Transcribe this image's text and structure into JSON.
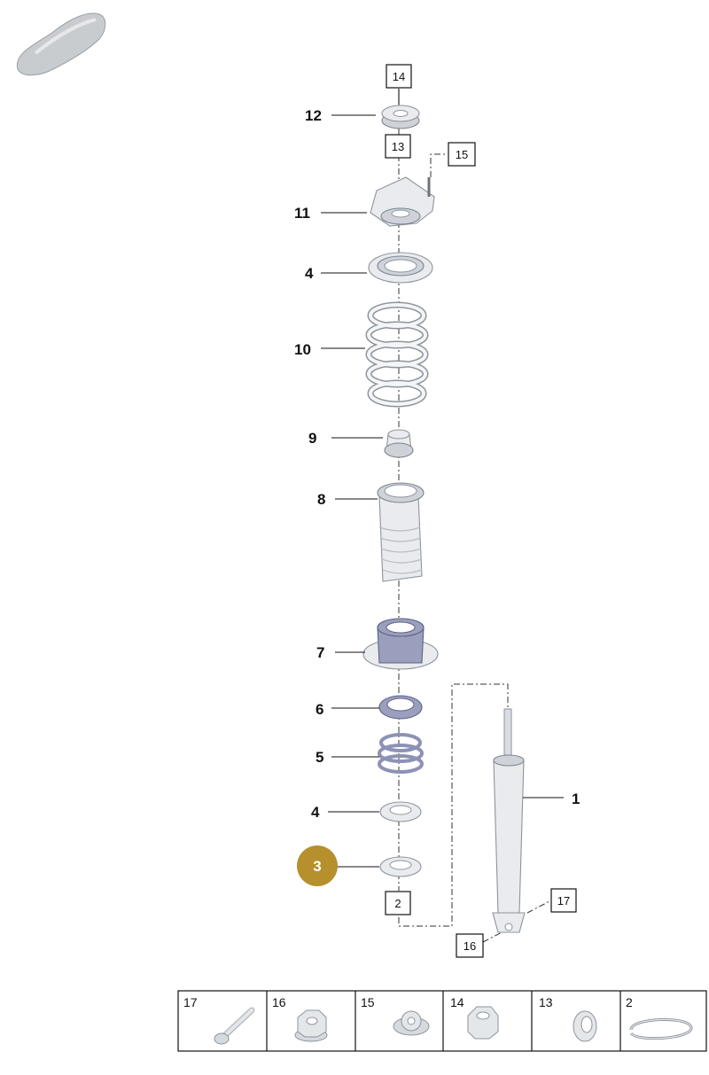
{
  "callouts": {
    "c12": "12",
    "c11": "11",
    "c4a": "4",
    "c10": "10",
    "c9": "9",
    "c8": "8",
    "c7": "7",
    "c6": "6",
    "c5": "5",
    "c4b": "4",
    "c3": "3",
    "c1": "1"
  },
  "boxed_refs": {
    "b14": "14",
    "b13": "13",
    "b15": "15",
    "b2": "2",
    "b17": "17",
    "b16": "16"
  },
  "hardware_table": [
    {
      "number": "17",
      "icon": "bolt-icon"
    },
    {
      "number": "16",
      "icon": "hex-nut-flanged-icon"
    },
    {
      "number": "15",
      "icon": "flange-nut-icon"
    },
    {
      "number": "14",
      "icon": "hex-nut-icon"
    },
    {
      "number": "13",
      "icon": "washer-icon"
    },
    {
      "number": "2",
      "icon": "circlip-icon"
    }
  ],
  "colors": {
    "highlight": "#b5902c",
    "part": "#e9ebee",
    "metal": "#9a9fbd"
  }
}
